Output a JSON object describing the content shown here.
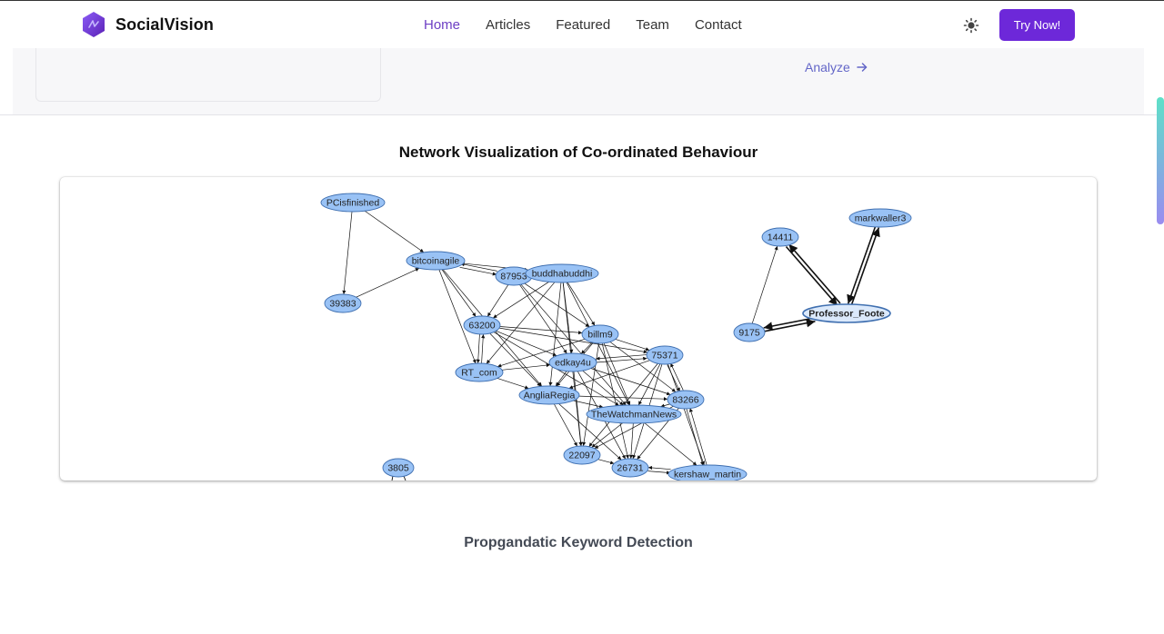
{
  "header": {
    "brand": "SocialVision",
    "brand_color": "#6d28d9",
    "nav": [
      {
        "label": "Home",
        "active": true
      },
      {
        "label": "Articles",
        "active": false
      },
      {
        "label": "Featured",
        "active": false
      },
      {
        "label": "Team",
        "active": false
      },
      {
        "label": "Contact",
        "active": false
      }
    ],
    "theme_icon": "sun-icon",
    "cta_label": "Try Now!"
  },
  "upper_section": {
    "analyze_label": "Analyze",
    "analyze_icon": "arrow-right-icon",
    "link_color": "#6366c8"
  },
  "network": {
    "title": "Network Visualization of Co-ordinated Behaviour",
    "node_fill": "#99c2f5",
    "node_stroke": "#3f6fb0",
    "highlight_fill": "#dbe9fb",
    "nodes": [
      {
        "label": "PCisfinished"
      },
      {
        "label": "bitcoinagile"
      },
      {
        "label": "39383"
      },
      {
        "label": "87953"
      },
      {
        "label": "buddhabuddhi"
      },
      {
        "label": "63200"
      },
      {
        "label": "billm9"
      },
      {
        "label": "RT_com"
      },
      {
        "label": "edkay4u"
      },
      {
        "label": "75371"
      },
      {
        "label": "AngliaRegia"
      },
      {
        "label": "83266"
      },
      {
        "label": "TheWatchmanNews"
      },
      {
        "label": "22097"
      },
      {
        "label": "26731"
      },
      {
        "label": "kershaw_martin"
      },
      {
        "label": "3805"
      },
      {
        "label": "14411"
      },
      {
        "label": "markwaller3"
      },
      {
        "label": "Professor_Foote"
      },
      {
        "label": "9175"
      }
    ]
  },
  "keyword_section": {
    "title": "Propgandatic Keyword Detection"
  }
}
